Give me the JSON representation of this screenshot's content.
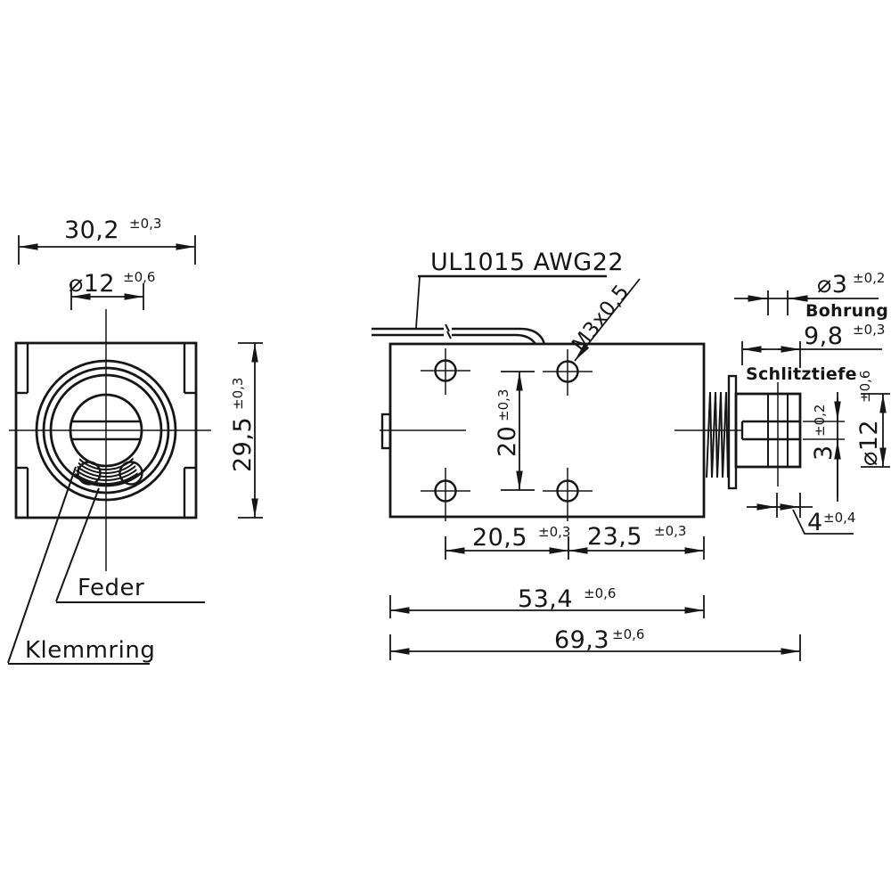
{
  "drawing": {
    "front_view": {
      "width_dim": {
        "value": "30,2",
        "tol": "±0,3"
      },
      "bore_dim": {
        "value": "⌀12",
        "tol": "±0,6"
      },
      "height_dim": {
        "value": "29,5",
        "tol": "±0,3"
      },
      "spring_label": "Feder",
      "clamp_ring_label": "Klemmring"
    },
    "side_view": {
      "wire_label": "UL1015 AWG22",
      "thread_label": "M3x0,5",
      "hole_dia_dim": {
        "value": "⌀3",
        "tol": "±0,2"
      },
      "hole_dia_note": "Bohrung",
      "slot_depth_dim": {
        "value": "9,8",
        "tol": "±0,3"
      },
      "slot_depth_note": "Schlitztiefe",
      "hole_row_dim": {
        "value": "20",
        "tol": "±0,3"
      },
      "slot_width_dim": {
        "value": "3",
        "tol": "±0,2"
      },
      "plunger_dia_dim": {
        "value": "⌀12",
        "tol": "±0,6"
      },
      "hole_end_dim": {
        "value": "4",
        "tol": "±0,4"
      },
      "hole_spacing_left_dim": {
        "value": "20,5",
        "tol": "±0,3"
      },
      "hole_spacing_right_dim": {
        "value": "23,5",
        "tol": "±0,3"
      },
      "body_length_dim": {
        "value": "53,4",
        "tol": "±0,6"
      },
      "overall_length_dim": {
        "value": "69,3",
        "tol": "±0,6"
      }
    }
  }
}
